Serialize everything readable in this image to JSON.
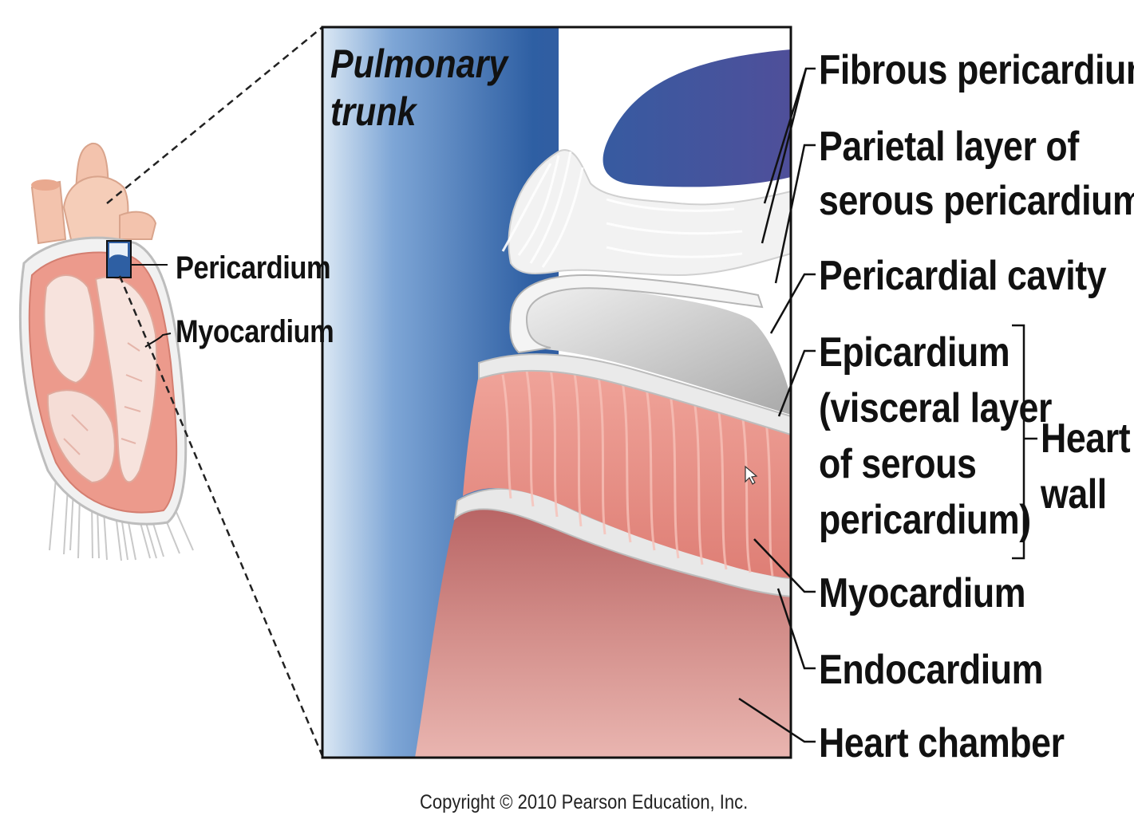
{
  "inset_title": {
    "line1": "Pulmonary",
    "line2": "trunk"
  },
  "overview_labels": {
    "pericardium": "Pericardium",
    "myocardium": "Myocardium"
  },
  "layer_labels": {
    "fibrous_pericardium": "Fibrous pericardium",
    "parietal_line1": "Parietal layer of",
    "parietal_line2": "serous pericardium",
    "pericardial_cavity": "Pericardial cavity",
    "epicardium_line1": "Epicardium",
    "epicardium_line2": "(visceral layer",
    "epicardium_line3": "of serous",
    "epicardium_line4": "pericardium)",
    "myocardium": "Myocardium",
    "endocardium": "Endocardium",
    "heart_chamber": "Heart chamber"
  },
  "group_label": {
    "line1": "Heart",
    "line2": "wall"
  },
  "copyright": "Copyright © 2010 Pearson Education, Inc.",
  "colors": {
    "myocardium": "#e88f86",
    "pericardium": "#eaeaea",
    "blood": "#c77a7a",
    "background_blue": "#2e5fa3"
  }
}
